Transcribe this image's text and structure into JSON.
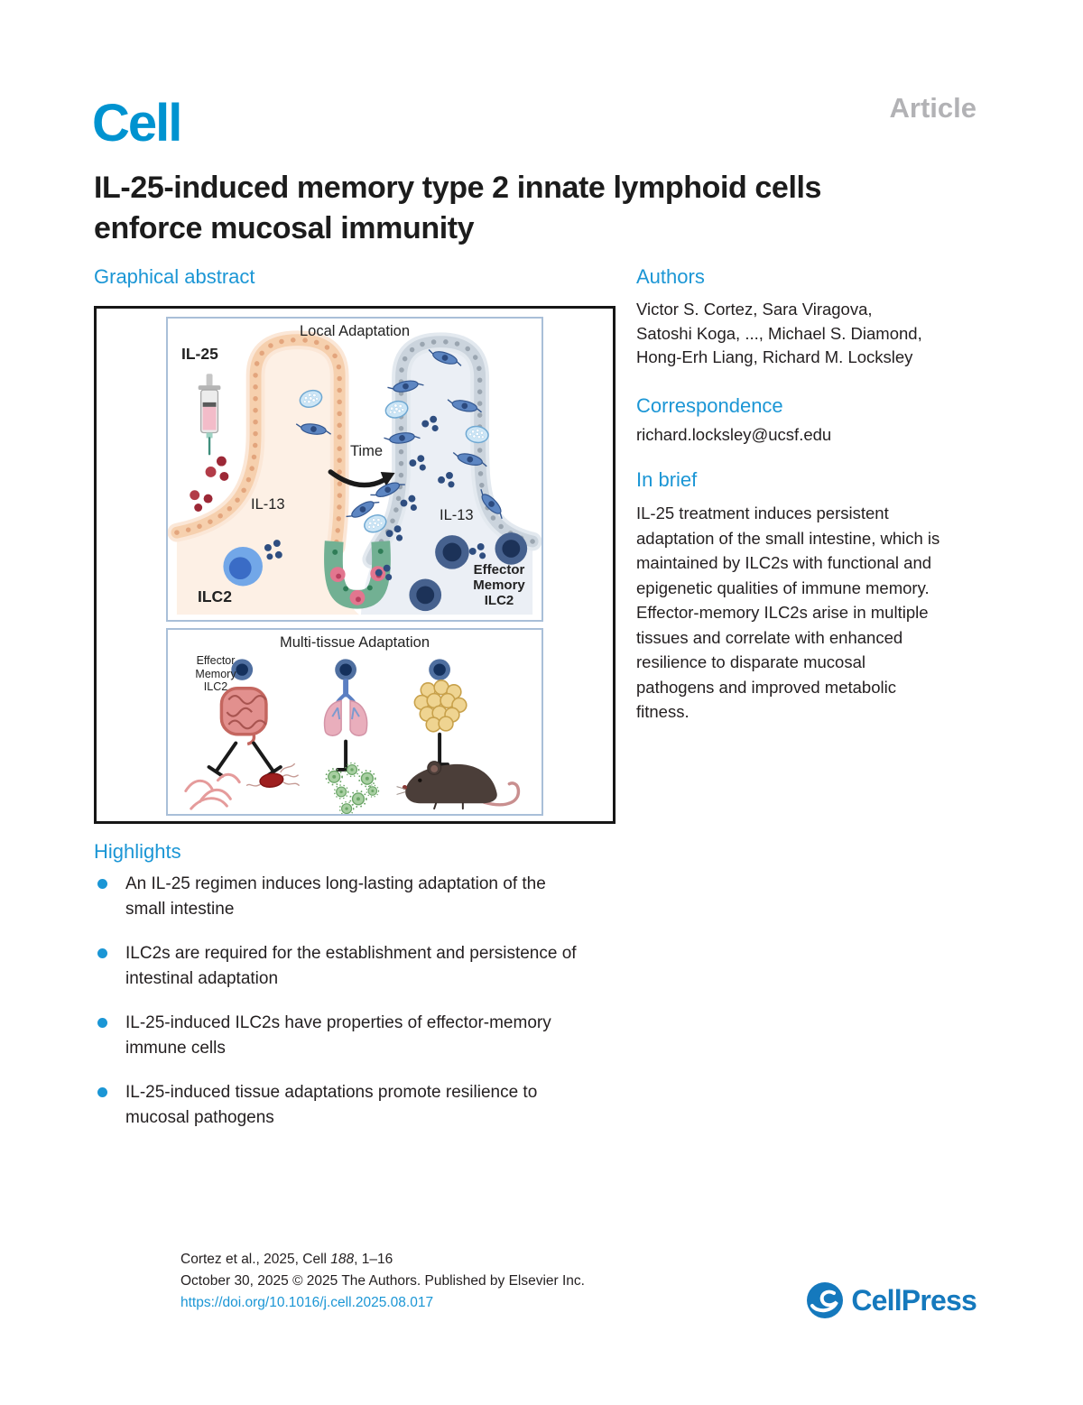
{
  "page": {
    "journal_logo": "Cell",
    "article_badge": "Article",
    "title": "IL-25-induced memory type 2 innate lymphoid cells\nenforce mucosal immunity"
  },
  "graphical_abstract": {
    "heading": "Graphical abstract",
    "local_panel": {
      "title": "Local Adaptation",
      "il25_label": "IL-25",
      "time_label": "Time",
      "il13_left_label": "IL-13",
      "ilc2_label": "ILC2",
      "il13_right_label": "IL-13",
      "effector_label": "Effector\nMemory\nILC2"
    },
    "multi_panel": {
      "title": "Multi-tissue Adaptation",
      "effector_label": "Effector\nMemory\nILC2"
    }
  },
  "authors": {
    "heading": "Authors",
    "line1": "Victor S. Cortez, Sara Viragova,",
    "line2": "Satoshi Koga, ..., Michael S. Diamond,",
    "line3": "Hong-Erh Liang, Richard M. Locksley"
  },
  "correspondence": {
    "heading": "Correspondence",
    "email": "richard.locksley@ucsf.edu"
  },
  "in_brief": {
    "heading": "In brief",
    "text": "IL-25 treatment induces persistent\nadaptation of the small intestine, which is\nmaintained by ILC2s with functional and\nepigenetic qualities of immune memory.\nEffector-memory ILC2s arise in multiple\ntissues and correlate with enhanced\nresilience to disparate mucosal\npathogens and improved metabolic\nfitness."
  },
  "highlights": {
    "heading": "Highlights",
    "items": [
      "An IL-25 regimen induces long-lasting adaptation of the\nsmall intestine",
      "ILC2s are required for the establishment and persistence of\nintestinal adaptation",
      "IL-25-induced ILC2s have properties of effector-memory\nimmune cells",
      "IL-25-induced tissue adaptations promote resilience to\nmucosal pathogens"
    ]
  },
  "footer": {
    "citation_authors": "Cortez et al., 2025, Cell ",
    "citation_volume": "188",
    "citation_pages": ", 1–16",
    "publication_line": "October 30, 2025 © 2025 The Authors. Published by Elsevier Inc.",
    "doi": "https://doi.org/10.1016/j.cell.2025.08.017",
    "publisher_logo": "CellPress"
  },
  "colors": {
    "accent_blue": "#1b96d5",
    "logo_blue": "#0093d0",
    "article_gray": "#b2b2b5",
    "cellpress_blue": "#1579bd",
    "text_black": "#231f20"
  }
}
